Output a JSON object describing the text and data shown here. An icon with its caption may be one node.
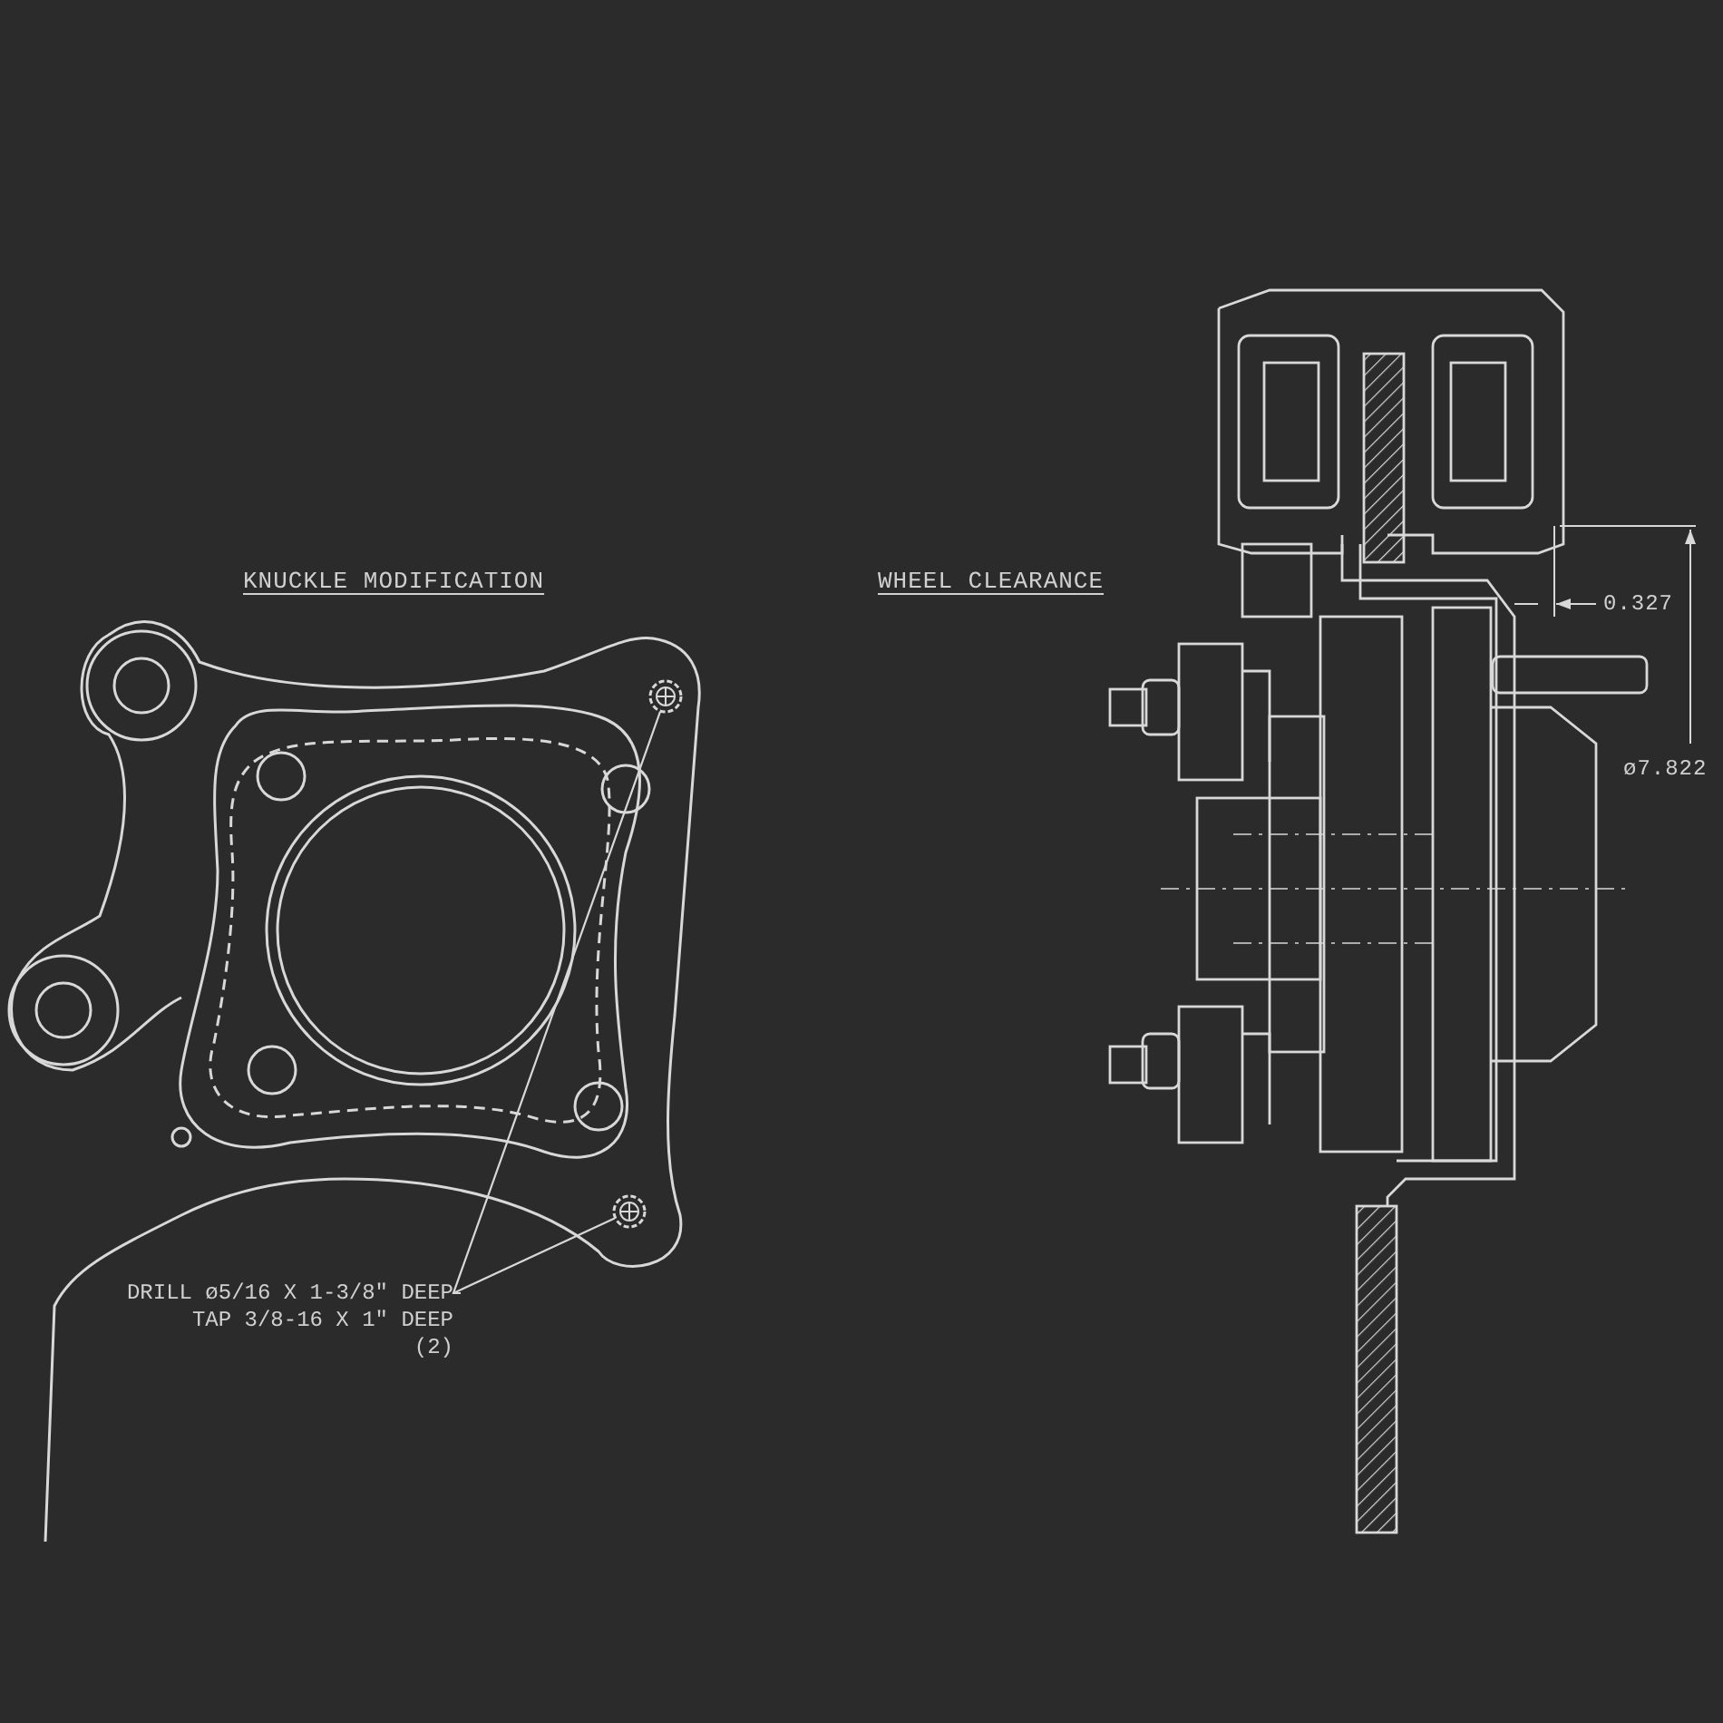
{
  "diagram": {
    "nodes": [
      {
        "text": [
          "DRILL ø5/16 X 1-3/8\" DEEP",
          "TAP 3/8-16 X 1\" DEEP",
          "(2)"
        ]
      },
      {
        "text": [],
        "shape": "circle"
      },
      {
        "text": [],
        "shape": "circle"
      }
    ],
    "edges": [
      {
        "from": 0,
        "to": 1,
        "arrow": "none"
      },
      {
        "from": 0,
        "to": 2,
        "arrow": "none"
      }
    ],
    "labels": [
      "KNUCKLE MODIFICATION",
      "WHEEL CLEARANCE",
      "0.327",
      "ø7.822"
    ]
  }
}
